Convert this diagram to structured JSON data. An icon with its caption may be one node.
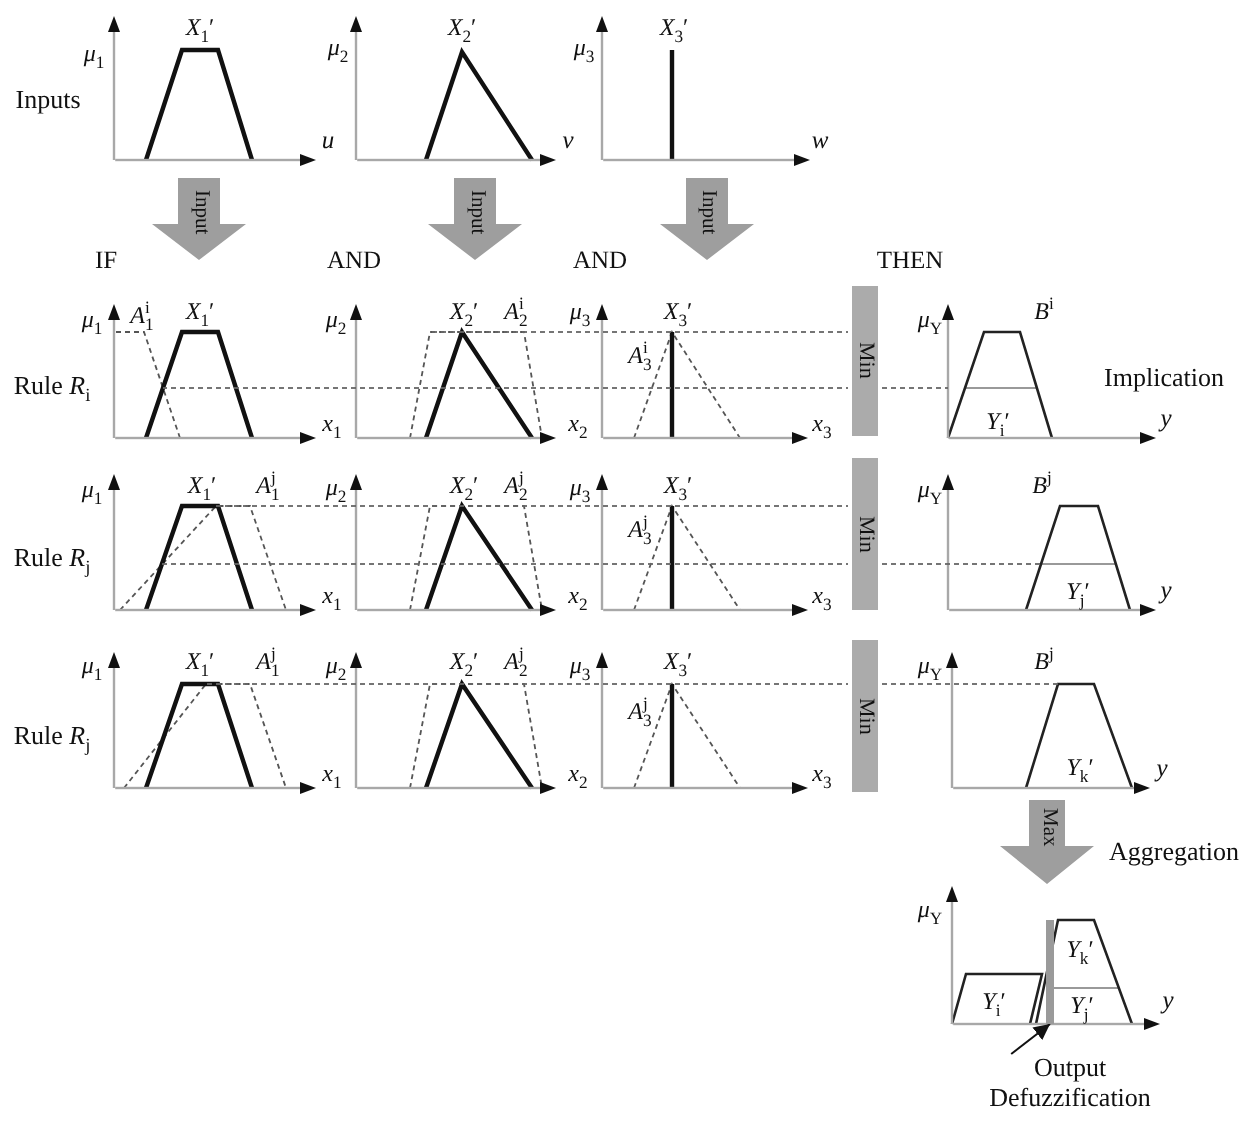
{
  "diagram": {
    "nodes": [
      {
        "text": [
          "Input"
        ]
      },
      {
        "text": [
          "Input"
        ]
      },
      {
        "text": [
          "Input"
        ]
      },
      {
        "text": [
          "Min"
        ]
      },
      {
        "text": [
          "Min"
        ]
      },
      {
        "text": [
          "Min"
        ]
      },
      {
        "text": [
          "Max"
        ]
      },
      {
        "text": [],
        "shape": "bar"
      },
      {
        "text": [
          "Output Defuzzification"
        ]
      }
    ],
    "edges": [
      {
        "from": 8,
        "to": 7,
        "arrow": "to"
      }
    ],
    "labels": [
      "*μ*$_{1}$",
      "*X*$_{1}$′",
      "*μ*$_{2}$",
      "*X*$_{2}$′",
      "*μ*$_{3}$",
      "*X*$_{3}$′",
      "Inputs",
      "u",
      "v",
      "w",
      "IF",
      "AND",
      "AND",
      "THEN",
      "*μ*$_{1}$",
      "*A*$_{1}$$^{i}$",
      "*X*$_{1}$′",
      "*μ*$_{2}$",
      "*X*$_{2}$′",
      "*A*$_{2}$$^{i}$",
      "*μ*$_{3}$",
      "*X*$_{3}$′",
      "*μ*$_{Y}$",
      "*B*$^{i}$",
      "Rule *R*$_{i}$",
      "*A*$_{3}$$^{i}$",
      "Implication",
      "*x*$_{1}$",
      "*x*$_{2}$",
      "*x*$_{3}$",
      "*Y*$_{i}$′",
      "y",
      "*μ*$_{1}$",
      "*X*$_{1}$′",
      "*A*$_{1}$$^{j}$",
      "*μ*$_{2}$",
      "*X*$_{2}$′",
      "*A*$_{2}$$^{j}$",
      "*μ*$_{3}$",
      "*X*$_{3}$′",
      "*μ*$_{Y}$",
      "*B*$^{j}$",
      "Rule *R*$_{j}$",
      "*A*$_{3}$$^{j}$",
      "*x*$_{1}$",
      "*x*$_{2}$",
      "*x*$_{3}$",
      "*Y*$_{j}$′",
      "y",
      "*μ*$_{1}$",
      "*X*$_{1}$′",
      "*A*$_{1}$$^{j}$",
      "*μ*$_{2}$",
      "*X*$_{2}$′",
      "*A*$_{2}$$^{j}$",
      "*μ*$_{3}$",
      "*X*$_{3}$′",
      "*μ*$_{Y}$",
      "*B*$^{j}$",
      "Rule *R*$_{j}$",
      "*A*$_{3}$$^{j}$",
      "*x*$_{1}$",
      "*x*$_{2}$",
      "*x*$_{3}$",
      "*Y*$_{k}$′",
      "y",
      "Aggregation",
      "*μ*$_{Y}$",
      "*Y*$_{k}$′",
      "*Y*$_{i}$′",
      "*Y*$_{j}$′",
      "y"
    ]
  }
}
